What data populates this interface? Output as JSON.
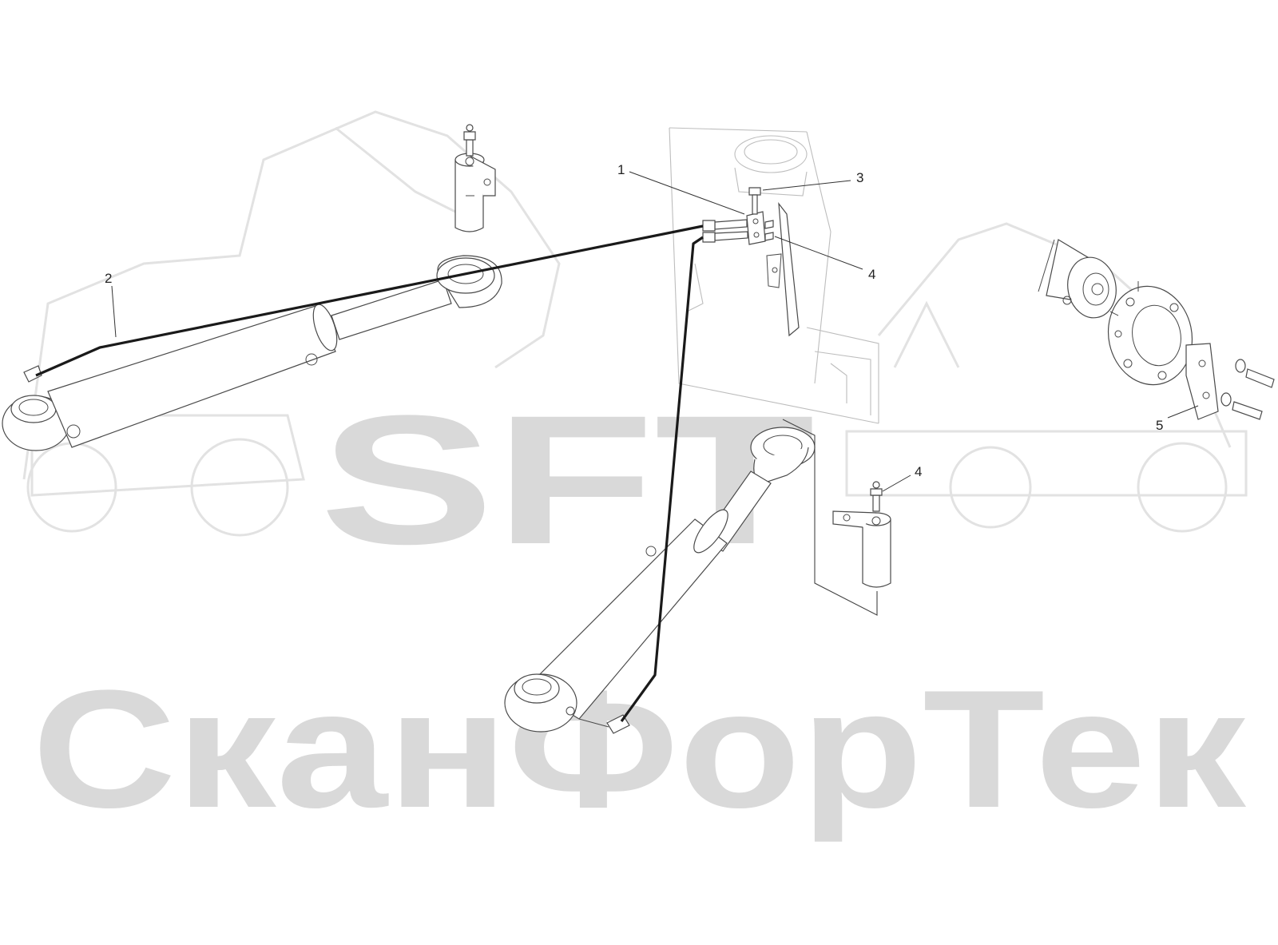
{
  "watermark": {
    "logo_text": "SFT",
    "company_text": "СканФорТек"
  },
  "callouts": [
    {
      "label": "1"
    },
    {
      "label": "2"
    },
    {
      "label": "3"
    },
    {
      "label": "4"
    },
    {
      "label": "4"
    },
    {
      "label": "5"
    }
  ],
  "colors": {
    "hose": "#1a1a1a",
    "outline": "#4a4a4a",
    "frame": "#bdbdbd",
    "watermark": "#d9d9d9"
  }
}
